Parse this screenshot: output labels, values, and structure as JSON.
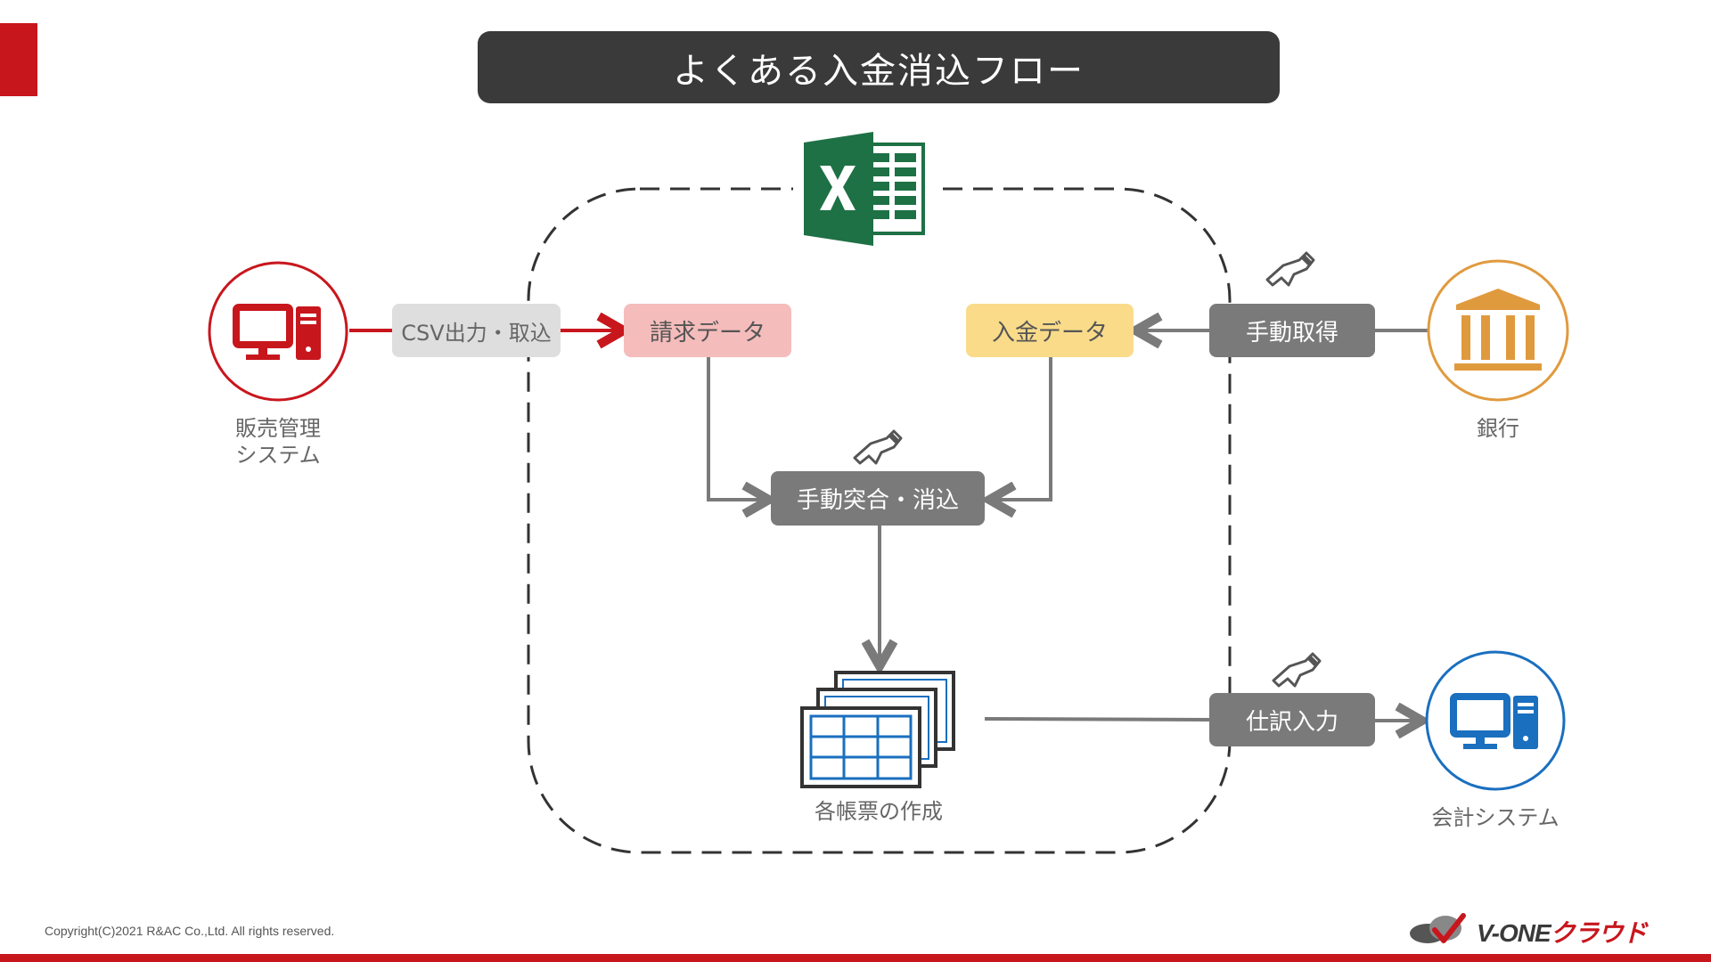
{
  "title": "よくある入金消込フロー",
  "nodes": {
    "sales_system": "販売管理\nシステム",
    "csv": "CSV出力・取込",
    "invoice_data": "請求データ",
    "payment_data": "入金データ",
    "manual_fetch": "手動取得",
    "bank": "銀行",
    "manual_match": "手動突合・消込",
    "reports": "各帳票の作成",
    "journal_entry": "仕訳入力",
    "accounting_system": "会計システム"
  },
  "footer": {
    "copyright": "Copyright(C)2021 R&AC Co.,Ltd. All rights reserved.",
    "logo_main": "V-ONE",
    "logo_accent": "クラウド"
  },
  "colors": {
    "accent_red": "#c8161d",
    "bank_orange": "#e09a3e",
    "accounting_blue": "#1a6fbf",
    "excel_green": "#1e7145",
    "gray_box": "#7a7a7a",
    "invoice_pink": "#f5bcbc",
    "payment_yellow": "#f9db8a",
    "csv_gray": "#dedede"
  },
  "icons": [
    "computer-icon",
    "bank-icon",
    "excel-icon",
    "hand-icon",
    "spreadsheet-stack-icon"
  ]
}
